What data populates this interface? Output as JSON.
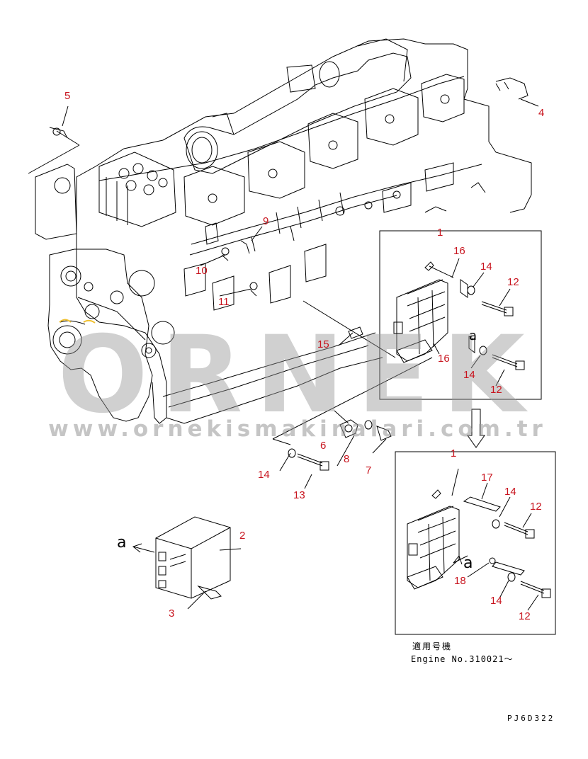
{
  "watermark": {
    "brand": "ORNEK",
    "url": "www.ornekismakinalari.com.tr"
  },
  "callouts": {
    "c1_top": "1",
    "c1_bottom": "1",
    "c2": "2",
    "c3": "3",
    "c4": "4",
    "c5": "5",
    "c6": "6",
    "c7": "7",
    "c8": "8",
    "c9": "9",
    "c10": "10",
    "c11": "11",
    "c12_a": "12",
    "c12_b": "12",
    "c12_c": "12",
    "c12_d": "12",
    "c13": "13",
    "c14_a": "14",
    "c14_b": "14",
    "c14_c": "14",
    "c14_d": "14",
    "c14_e": "14",
    "c15": "15",
    "c16_a": "16",
    "c16_b": "16",
    "c17": "17",
    "c18": "18"
  },
  "view_arrows": {
    "left": "a",
    "right": "a"
  },
  "applicability": {
    "jp_label": "適用号機",
    "engine_label": "Engine No.310021～"
  },
  "drawing_code": "PJ6D322",
  "colors": {
    "callout": "#c8141e",
    "line": "#000000",
    "watermark": "#969696",
    "highlight": "#f0c030"
  }
}
